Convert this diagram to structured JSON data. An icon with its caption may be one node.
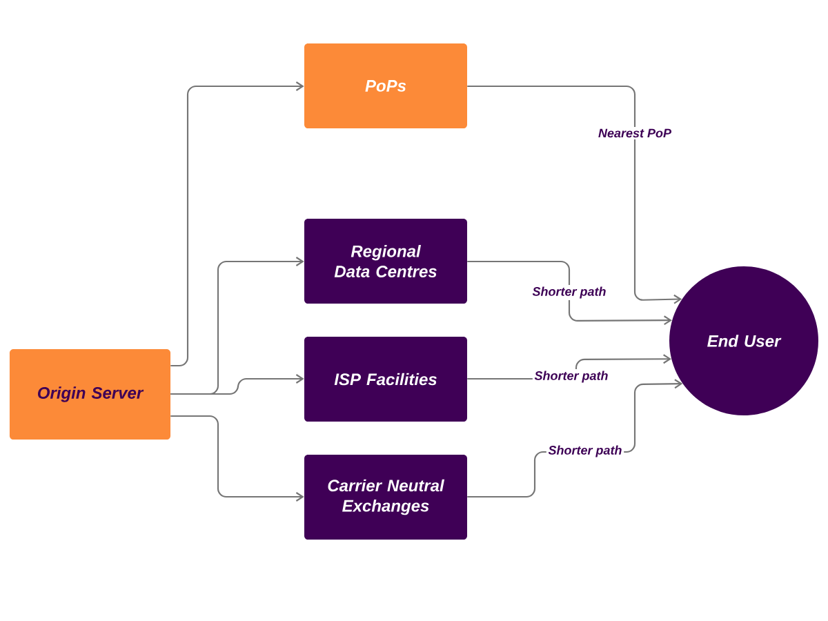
{
  "diagram": {
    "nodes": [
      {
        "text": [
          "Origin Server"
        ]
      },
      {
        "text": [
          "PoPs"
        ]
      },
      {
        "text": [
          "Regional Data Centres"
        ]
      },
      {
        "text": [
          "ISP Facilities"
        ]
      },
      {
        "text": [
          "Carrier Neutral Exchanges"
        ]
      },
      {
        "text": [
          "End User"
        ]
      }
    ],
    "edges": [
      {
        "from": 0,
        "to": 1,
        "arrow": "to"
      },
      {
        "from": 0,
        "to": 2,
        "arrow": "to"
      },
      {
        "from": 0,
        "to": 3,
        "arrow": "to"
      },
      {
        "from": 0,
        "to": 4,
        "arrow": "to"
      },
      {
        "from": 1,
        "to": 5,
        "arrow": "to",
        "label": "Nearest PoP"
      },
      {
        "from": 2,
        "to": 5,
        "arrow": "to",
        "label": "Shorter path"
      },
      {
        "from": 3,
        "to": 5,
        "arrow": "to",
        "label": "Shorter path"
      },
      {
        "from": 4,
        "to": 5,
        "arrow": "to",
        "label": "Shorter path"
      }
    ]
  }
}
